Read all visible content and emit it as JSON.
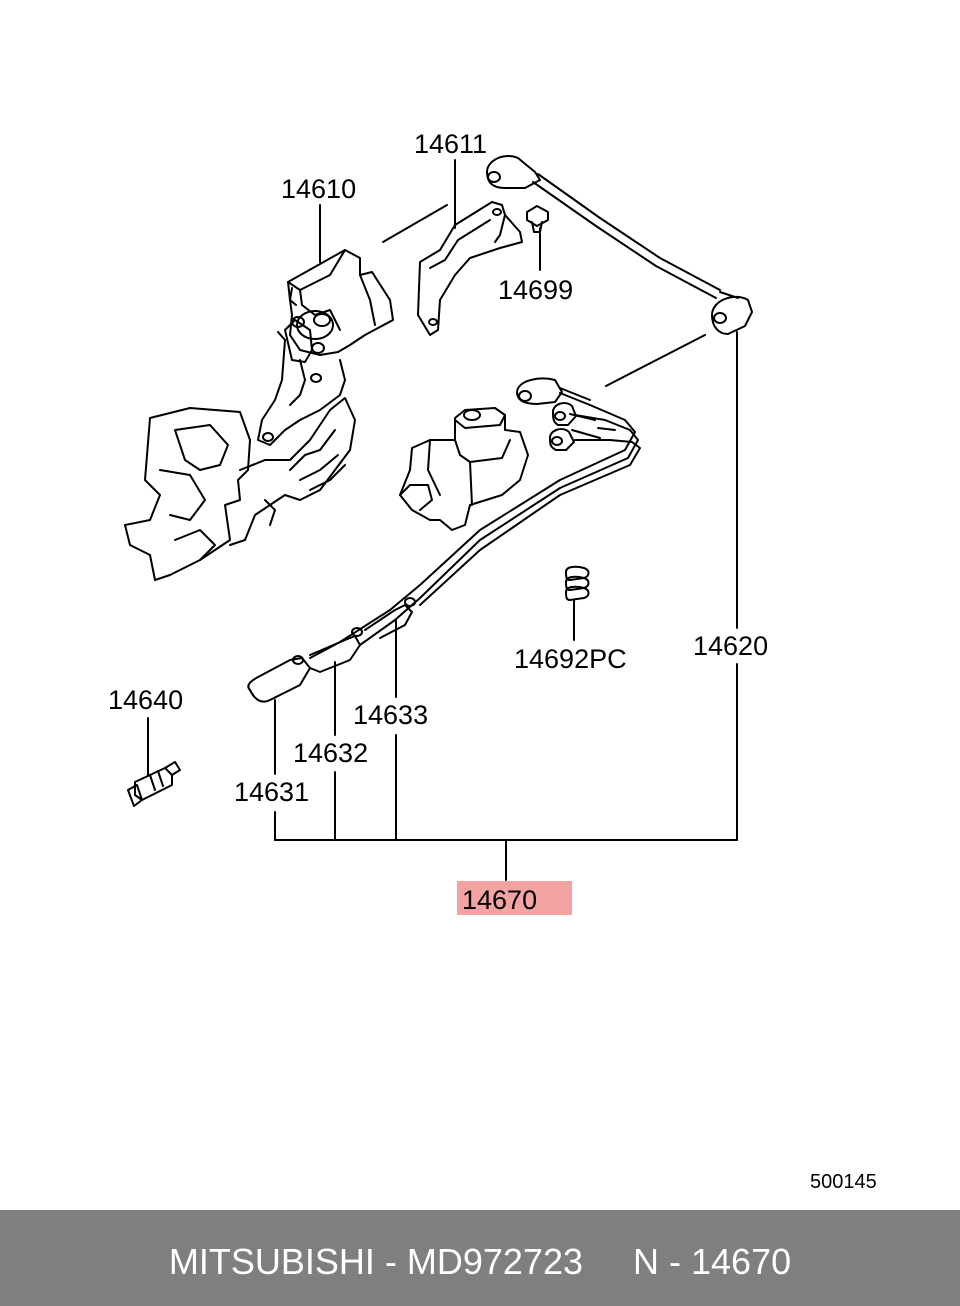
{
  "parts": {
    "p14611": "14611",
    "p14610": "14610",
    "p14699": "14699",
    "p14692pc": "14692PC",
    "p14620": "14620",
    "p14640": "14640",
    "p14633": "14633",
    "p14632": "14632",
    "p14631": "14631",
    "p14670": "14670"
  },
  "diagram_code": "500145",
  "footer": {
    "brand": "MITSUBISHI",
    "sep1": " - ",
    "part_number": "MD972723",
    "gap": "     ",
    "ref_prefix": "N - ",
    "ref_number": "14670"
  },
  "colors": {
    "highlight": "#f4a3a3",
    "footer_bg": "#7f7f7f",
    "footer_text": "#ffffff"
  }
}
